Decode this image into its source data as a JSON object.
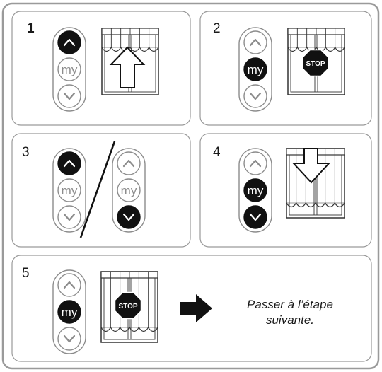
{
  "steps": [
    {
      "number": "1",
      "note": "",
      "remote": {
        "up": "active",
        "my": "inactive",
        "down": "inactive"
      },
      "blind": "open",
      "symbol": "arrow-up"
    },
    {
      "number": "2",
      "remote": {
        "up": "inactive",
        "my": "active",
        "down": "inactive"
      },
      "blind": "open",
      "symbol": "stop"
    },
    {
      "number": "3",
      "remote_left": {
        "up": "active",
        "my": "inactive",
        "down": "inactive"
      },
      "remote_right": {
        "up": "inactive",
        "my": "inactive",
        "down": "active"
      },
      "separator": "slash"
    },
    {
      "number": "4",
      "remote": {
        "up": "inactive",
        "my": "active",
        "down": "active"
      },
      "blind": "closed",
      "symbol": "arrow-down"
    },
    {
      "number": "5",
      "remote": {
        "up": "inactive",
        "my": "active",
        "down": "inactive"
      },
      "blind": "closed",
      "symbol": "stop",
      "next_text_line1": "Passer à l’étape",
      "next_text_line2": "suivante."
    }
  ],
  "labels": {
    "my": "my",
    "stop": "STOP"
  },
  "colors": {
    "border": "#8a8a8a",
    "frame": "#9a9a9a",
    "active": "#111111",
    "inactive_stroke": "#8c8c8c",
    "stop_fill": "#111111"
  },
  "icons": [
    "chevron-up-icon",
    "chevron-down-icon",
    "stop-sign-icon",
    "arrow-up-icon",
    "arrow-down-icon",
    "arrow-right-icon",
    "awning-blind-icon"
  ]
}
